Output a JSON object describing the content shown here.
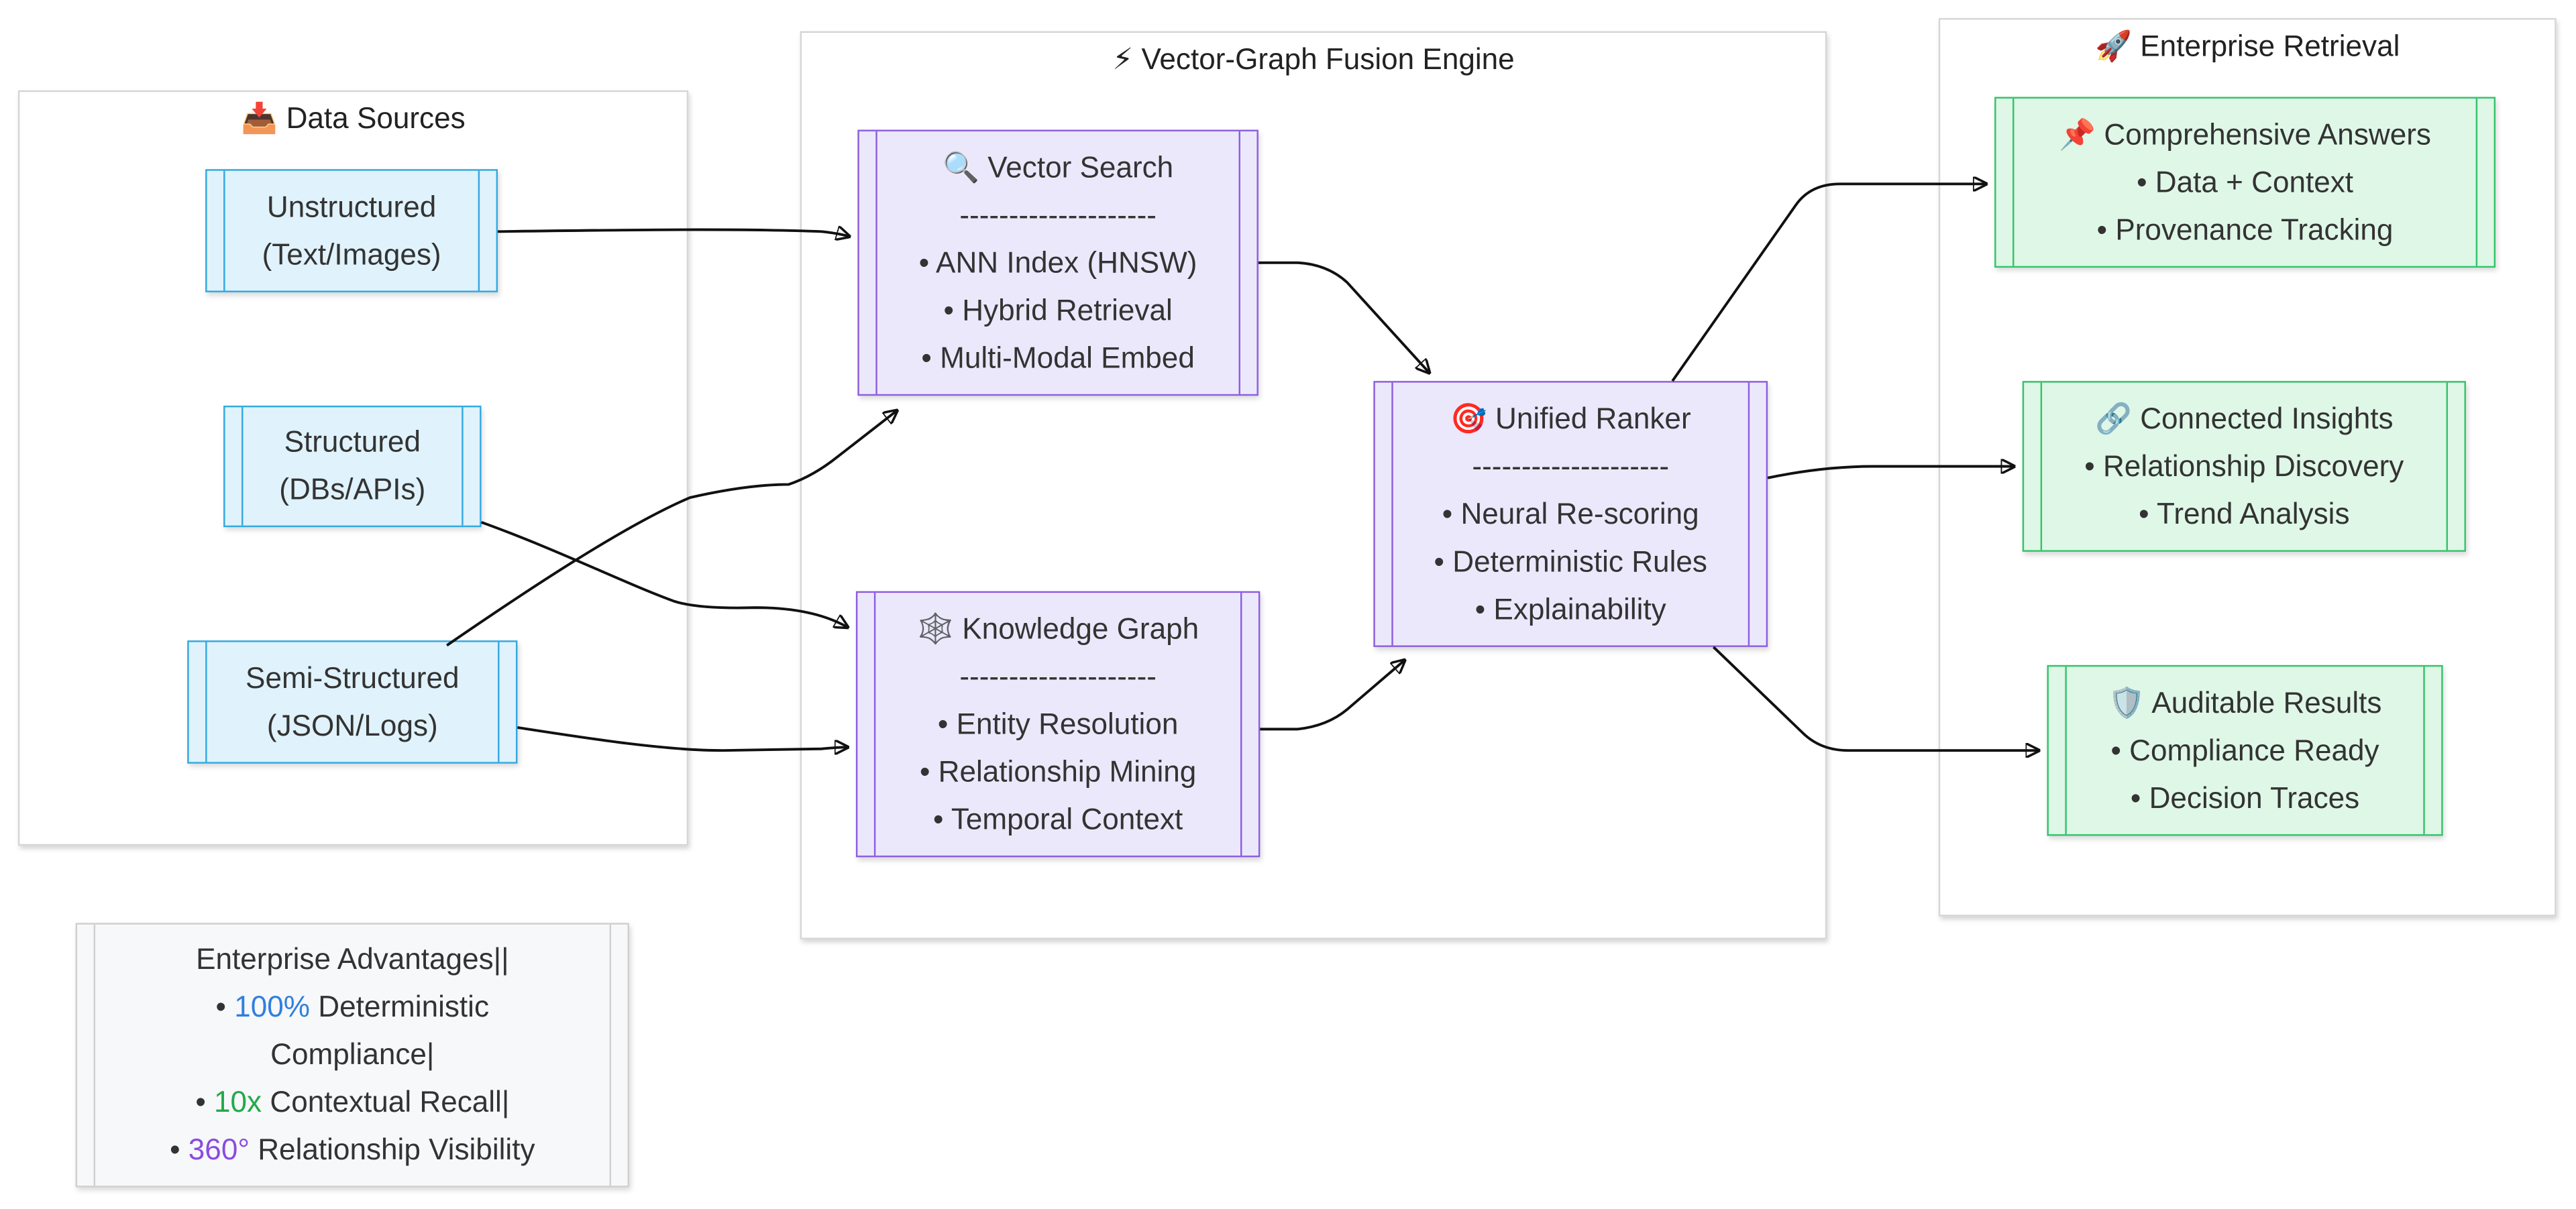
{
  "clusters": {
    "sources": {
      "icon": "📥",
      "title": "Data Sources"
    },
    "engine": {
      "icon": "⚡",
      "title": "Vector-Graph Fusion Engine"
    },
    "retrieval": {
      "icon": "🚀",
      "title": "Enterprise Retrieval"
    }
  },
  "nodes": {
    "unstructured": {
      "lines": [
        "Unstructured",
        "(Text/Images)"
      ]
    },
    "structured": {
      "lines": [
        "Structured",
        "(DBs/APIs)"
      ]
    },
    "semi": {
      "lines": [
        "Semi-Structured",
        "(JSON/Logs)"
      ]
    },
    "vector": {
      "icon": "🔍",
      "title": "Vector Search",
      "divider": "--------------------",
      "items": [
        "• ANN Index (HNSW)",
        "• Hybrid Retrieval",
        "• Multi-Modal Embed"
      ]
    },
    "graph": {
      "icon": "🕸️",
      "title": "Knowledge Graph",
      "divider": "--------------------",
      "items": [
        "• Entity Resolution",
        "• Relationship Mining",
        "• Temporal Context"
      ]
    },
    "ranker": {
      "icon": "🎯",
      "title": "Unified Ranker",
      "divider": "--------------------",
      "items": [
        "• Neural Re-scoring",
        "• Deterministic Rules",
        "• Explainability"
      ]
    },
    "answers": {
      "icon": "📌",
      "title": "Comprehensive Answers",
      "items": [
        "• Data + Context",
        "• Provenance Tracking"
      ]
    },
    "insights": {
      "icon": "🔗",
      "title": "Connected Insights",
      "items": [
        "• Relationship Discovery",
        "• Trend Analysis"
      ]
    },
    "auditable": {
      "icon": "🛡️",
      "title": "Auditable Results",
      "items": [
        "• Compliance Ready",
        "• Decision Traces"
      ]
    }
  },
  "advantages": {
    "title": "Enterprise Advantages||",
    "item1": {
      "bullet": "• ",
      "value": "100%",
      "text": " Deterministic",
      "text2": "Compliance|"
    },
    "item2": {
      "bullet": "• ",
      "value": "10x",
      "text": " Contextual Recall|"
    },
    "item3": {
      "bullet": "• ",
      "value": "360°",
      "text": " Relationship Visibility"
    }
  },
  "colors": {
    "source_fill": "#e0f2fb",
    "source_border": "#33a9e0",
    "engine_fill": "#ece8fc",
    "engine_border": "#8d5ee0",
    "output_fill": "#dff7e7",
    "output_border": "#33c46a",
    "hl_blue": "#2f7fe0",
    "hl_green": "#22aa4a",
    "hl_purple": "#8a4ce0"
  },
  "edges": [
    {
      "from": "Unstructured",
      "to": "Vector Search"
    },
    {
      "from": "Structured",
      "to": "Knowledge Graph"
    },
    {
      "from": "Semi-Structured",
      "to": "Vector Search"
    },
    {
      "from": "Semi-Structured",
      "to": "Knowledge Graph"
    },
    {
      "from": "Vector Search",
      "to": "Unified Ranker"
    },
    {
      "from": "Knowledge Graph",
      "to": "Unified Ranker"
    },
    {
      "from": "Unified Ranker",
      "to": "Comprehensive Answers"
    },
    {
      "from": "Unified Ranker",
      "to": "Connected Insights"
    },
    {
      "from": "Unified Ranker",
      "to": "Auditable Results"
    }
  ]
}
